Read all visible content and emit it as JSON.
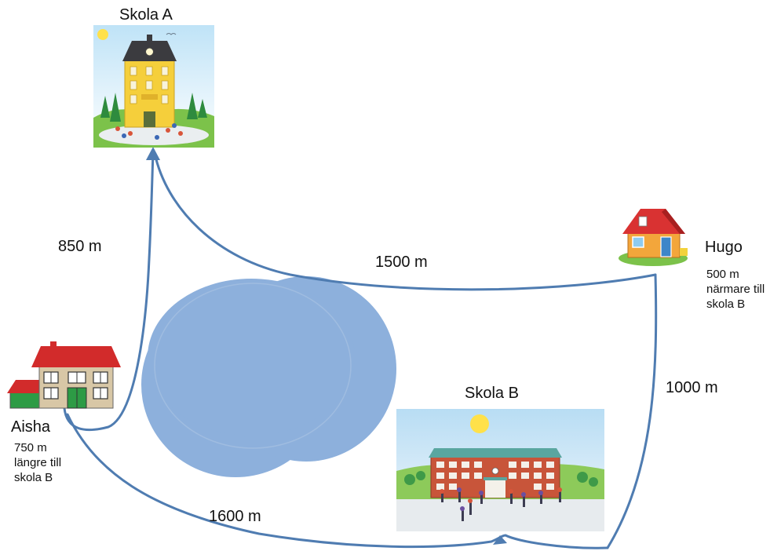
{
  "places": {
    "school_a": "Skola A",
    "school_b": "Skola B",
    "aisha": "Aisha",
    "hugo": "Hugo"
  },
  "distances": {
    "aisha_to_a": "850 m",
    "hugo_to_a": "1500 m",
    "hugo_to_b": "1000 m",
    "aisha_to_b": "1600 m"
  },
  "notes": {
    "aisha": [
      "750 m",
      "längre till",
      "skola B"
    ],
    "hugo": [
      "500 m",
      "närmare till",
      "skola B"
    ]
  },
  "colors": {
    "path": "#4f7cb1",
    "lake": "#8db0dc",
    "school_a_wall": "#f5cf3b",
    "school_b_wall": "#c8553a",
    "roof_red": "#d22b2b",
    "grass": "#7cc24a"
  },
  "icons": {
    "school_a": "yellow-school-building",
    "school_b": "red-brick-school-building",
    "aisha_home": "red-roof-house",
    "hugo_home": "orange-cottage",
    "lake": "lake"
  }
}
